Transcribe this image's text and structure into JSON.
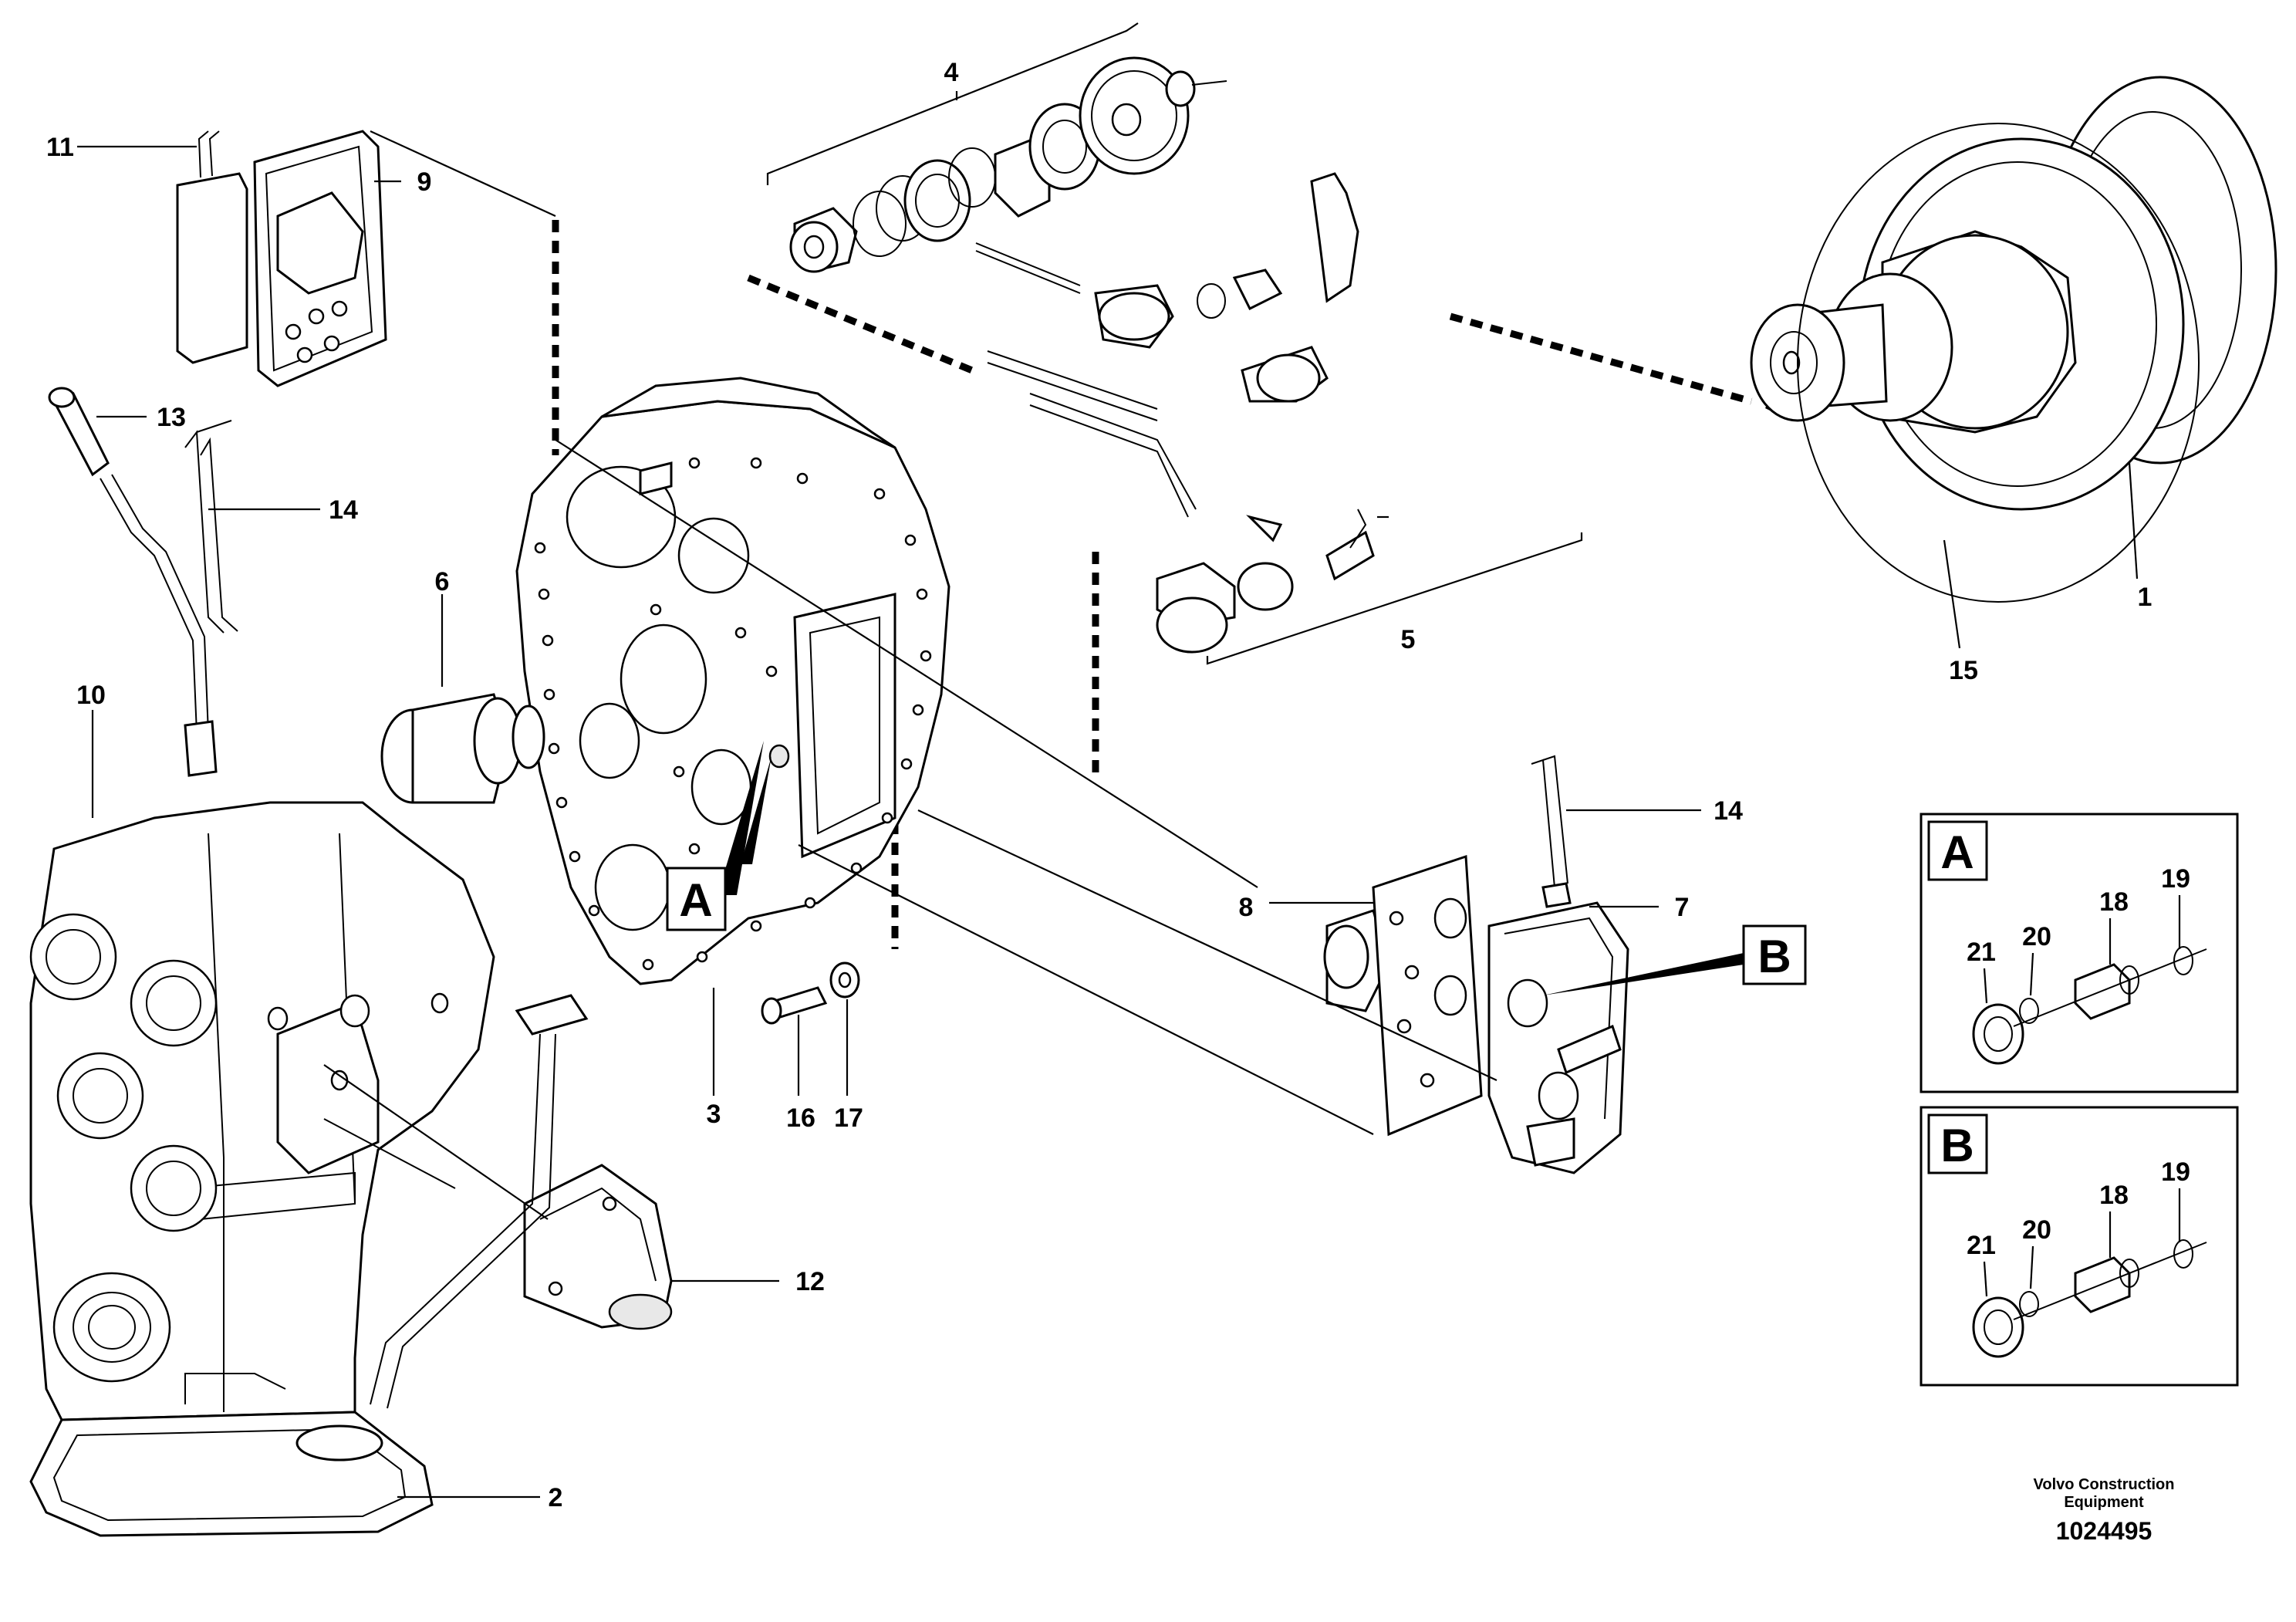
{
  "callouts": {
    "c1": "1",
    "c2": "2",
    "c3": "3",
    "c4": "4",
    "c5": "5",
    "c6": "6",
    "c7": "7",
    "c8": "8",
    "c9": "9",
    "c10": "10",
    "c11": "11",
    "c12": "12",
    "c13": "13",
    "c14a": "14",
    "c14b": "14",
    "c15": "15",
    "c16": "16",
    "c17": "17"
  },
  "detail_a": {
    "label": "A",
    "c21": "21",
    "c20": "20",
    "c18": "18",
    "c19": "19"
  },
  "detail_b": {
    "label": "B",
    "c21": "21",
    "c20": "20",
    "c18": "18",
    "c19": "19"
  },
  "pointer_labels": {
    "a": "A",
    "b": "B"
  },
  "credit": {
    "line1": "Volvo Construction",
    "line2": "Equipment"
  },
  "doc_number": "1024495"
}
